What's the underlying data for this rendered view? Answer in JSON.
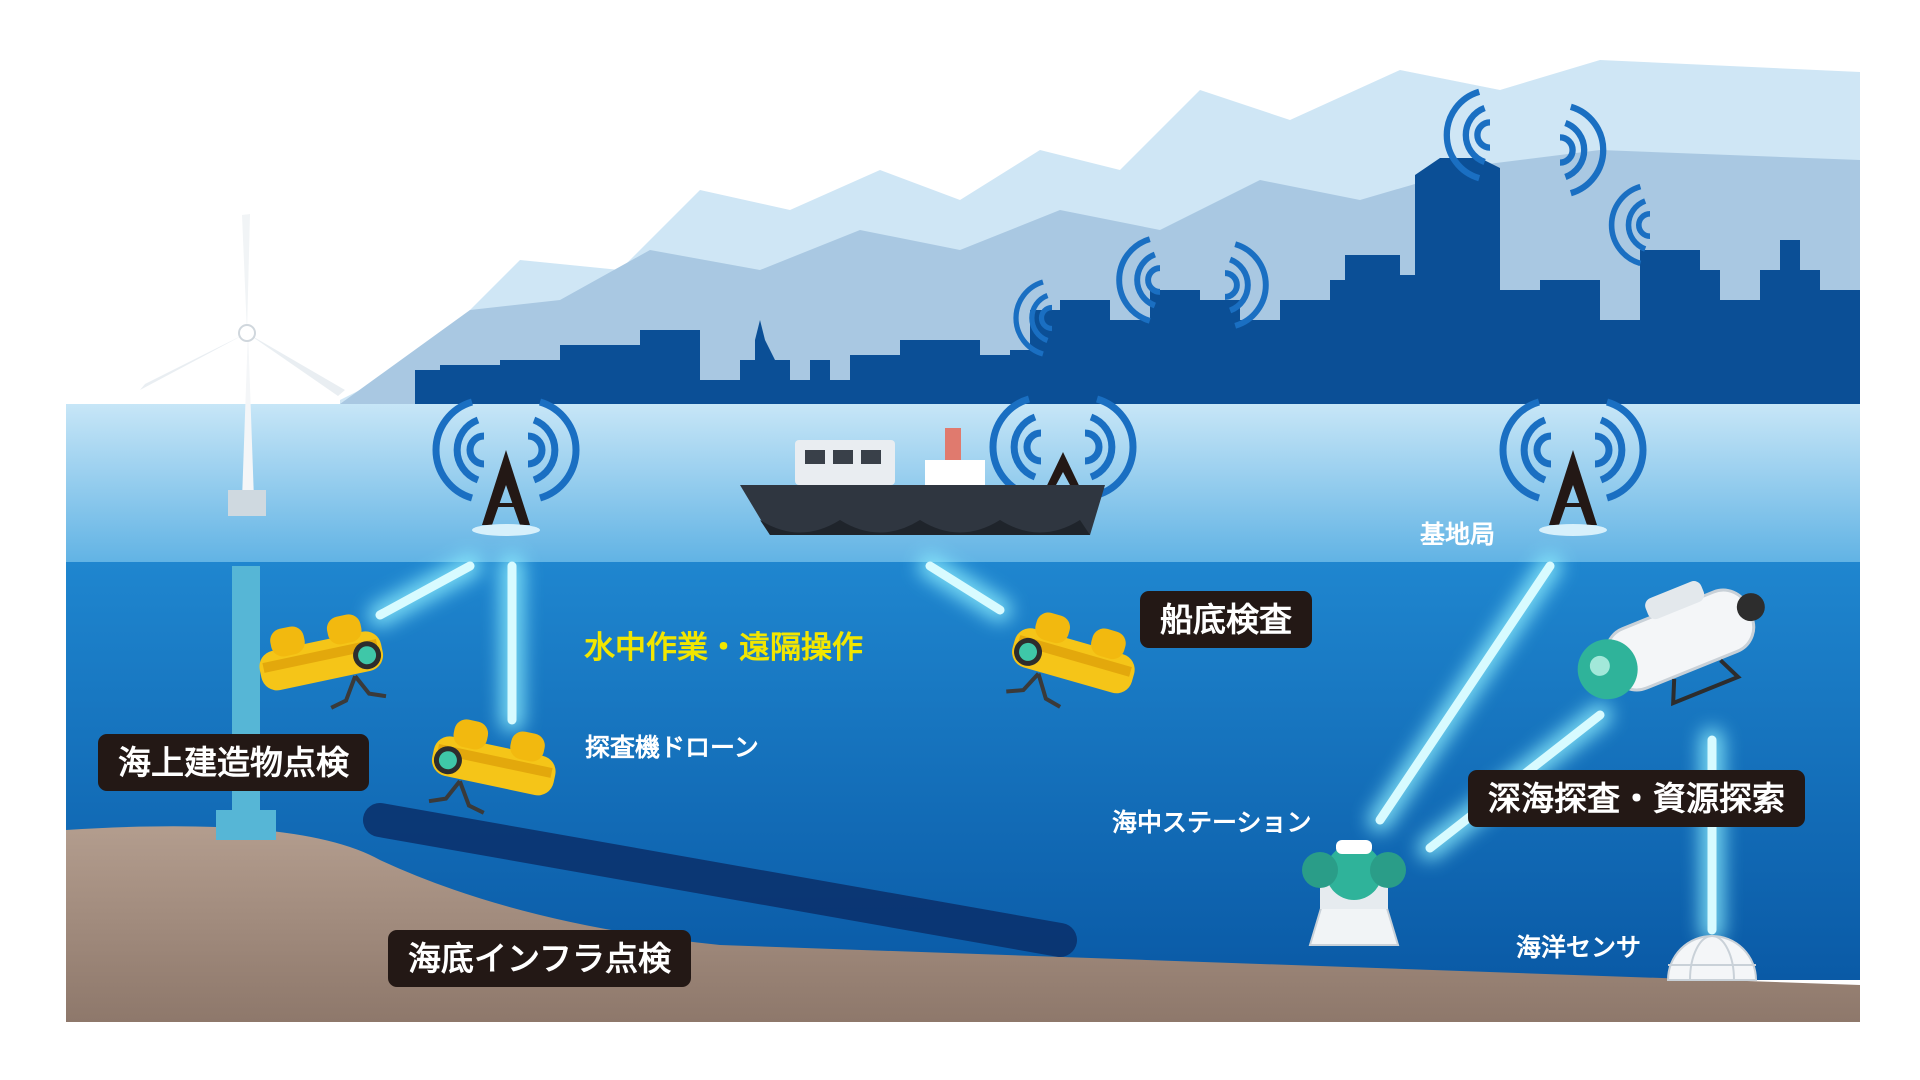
{
  "labels": {
    "offshore_inspection": "海上建造物点検",
    "seabed_infra_inspection": "海底インフラ点検",
    "hull_inspection": "船底検査",
    "deep_sea_exploration": "深海探査・資源探索",
    "underwater_remote": "水中作業・遠隔操作",
    "drone": "探査機ドローン",
    "base_station": "基地局",
    "underwater_station": "海中ステーション",
    "ocean_sensor": "海洋センサ"
  },
  "icons": {
    "wind_turbine": "wind-turbine-icon",
    "antenna": "antenna-tower-icon",
    "wifi": "wifi-signal-icon",
    "ship": "ship-icon",
    "rov": "underwater-drone-icon",
    "auv": "deep-sea-vehicle-icon",
    "station": "underwater-station-icon",
    "sensor": "ocean-sensor-icon"
  },
  "colors": {
    "label_box": "#231815",
    "label_text": "#ffffff",
    "accent_text": "#f2e600",
    "sea_surface": "#5fb4e6",
    "deep_water": "#0a5fae",
    "city": "#0b4f96",
    "signal_beam": "#bdf6ff",
    "seabed": "#9b8577",
    "drone_yellow": "#f5c518"
  }
}
